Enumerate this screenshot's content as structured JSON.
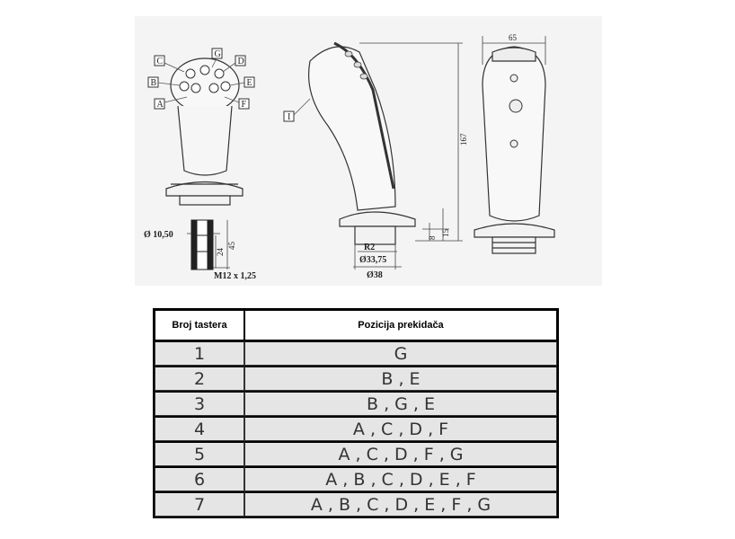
{
  "drawing": {
    "button_labels": [
      "A",
      "B",
      "C",
      "D",
      "E",
      "F",
      "G"
    ],
    "part_label_i": "I",
    "dimensions": {
      "width_65": "65",
      "height_167": "167",
      "d_10_50": "Ø 10,50",
      "len_24": "24",
      "len_45": "45",
      "thread": "M12 x 1,25",
      "r2": "R2",
      "d_33_75": "Ø33,75",
      "d_38": "Ø38",
      "h_8": "8",
      "h_15": "15"
    }
  },
  "table": {
    "headers": [
      "Broj tastera",
      "Pozicija prekidača"
    ],
    "rows": [
      {
        "num": "1",
        "pos": "G"
      },
      {
        "num": "2",
        "pos": "B , E"
      },
      {
        "num": "3",
        "pos": "B , G , E"
      },
      {
        "num": "4",
        "pos": "A , C , D , F"
      },
      {
        "num": "5",
        "pos": "A , C , D , F , G"
      },
      {
        "num": "6",
        "pos": "A , B , C , D , E , F"
      },
      {
        "num": "7",
        "pos": "A , B , C , D , E , F , G"
      }
    ]
  }
}
